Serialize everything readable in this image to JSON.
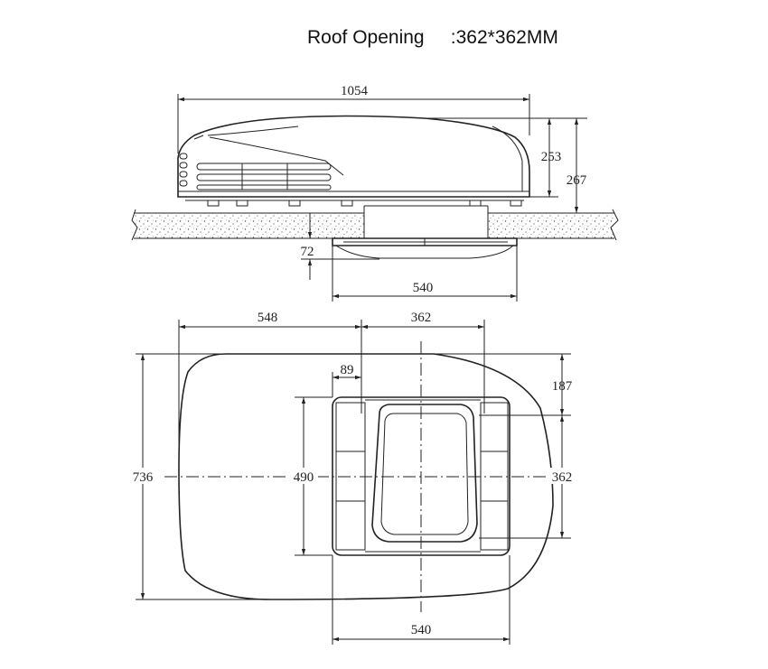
{
  "title": {
    "label": "Roof Opening",
    "value": ":362*362MM"
  },
  "side_view": {
    "dim_overall_length": "1054",
    "dim_height_body": "253",
    "dim_height_total": "267",
    "dim_ceiling_drop": "72",
    "dim_ceiling_width": "540"
  },
  "top_view": {
    "dim_left_length": "548",
    "dim_opening_width": "362",
    "dim_frame_offset": "89",
    "dim_top_offset": "187",
    "dim_overall_width": "736",
    "dim_frame_height": "490",
    "dim_opening_height": "362",
    "dim_frame_width": "540"
  }
}
